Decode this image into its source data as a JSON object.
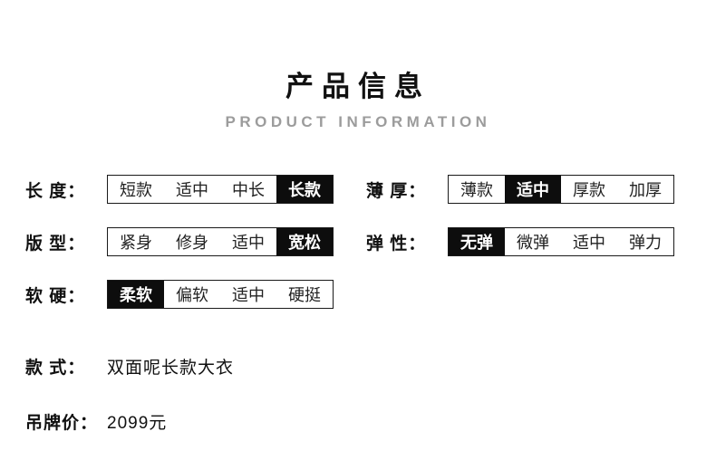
{
  "header": {
    "title": "产品信息",
    "subtitle": "PRODUCT INFORMATION"
  },
  "attributes": [
    {
      "key": "length",
      "label": "长 度：",
      "options": [
        "短款",
        "适中",
        "中长",
        "长款"
      ],
      "selected": 3
    },
    {
      "key": "thickness",
      "label": "薄 厚：",
      "options": [
        "薄款",
        "适中",
        "厚款",
        "加厚"
      ],
      "selected": 1
    },
    {
      "key": "fit",
      "label": "版 型：",
      "options": [
        "紧身",
        "修身",
        "适中",
        "宽松"
      ],
      "selected": 3
    },
    {
      "key": "elasticity",
      "label": "弹 性：",
      "options": [
        "无弹",
        "微弹",
        "适中",
        "弹力"
      ],
      "selected": 0
    },
    {
      "key": "softness",
      "label": "软 硬：",
      "options": [
        "柔软",
        "偏软",
        "适中",
        "硬挺"
      ],
      "selected": 0
    }
  ],
  "details": [
    {
      "key": "style",
      "label": "款 式：",
      "value": "双面呢长款大衣"
    },
    {
      "key": "price",
      "label": "吊牌价：",
      "value": "2099元"
    }
  ]
}
